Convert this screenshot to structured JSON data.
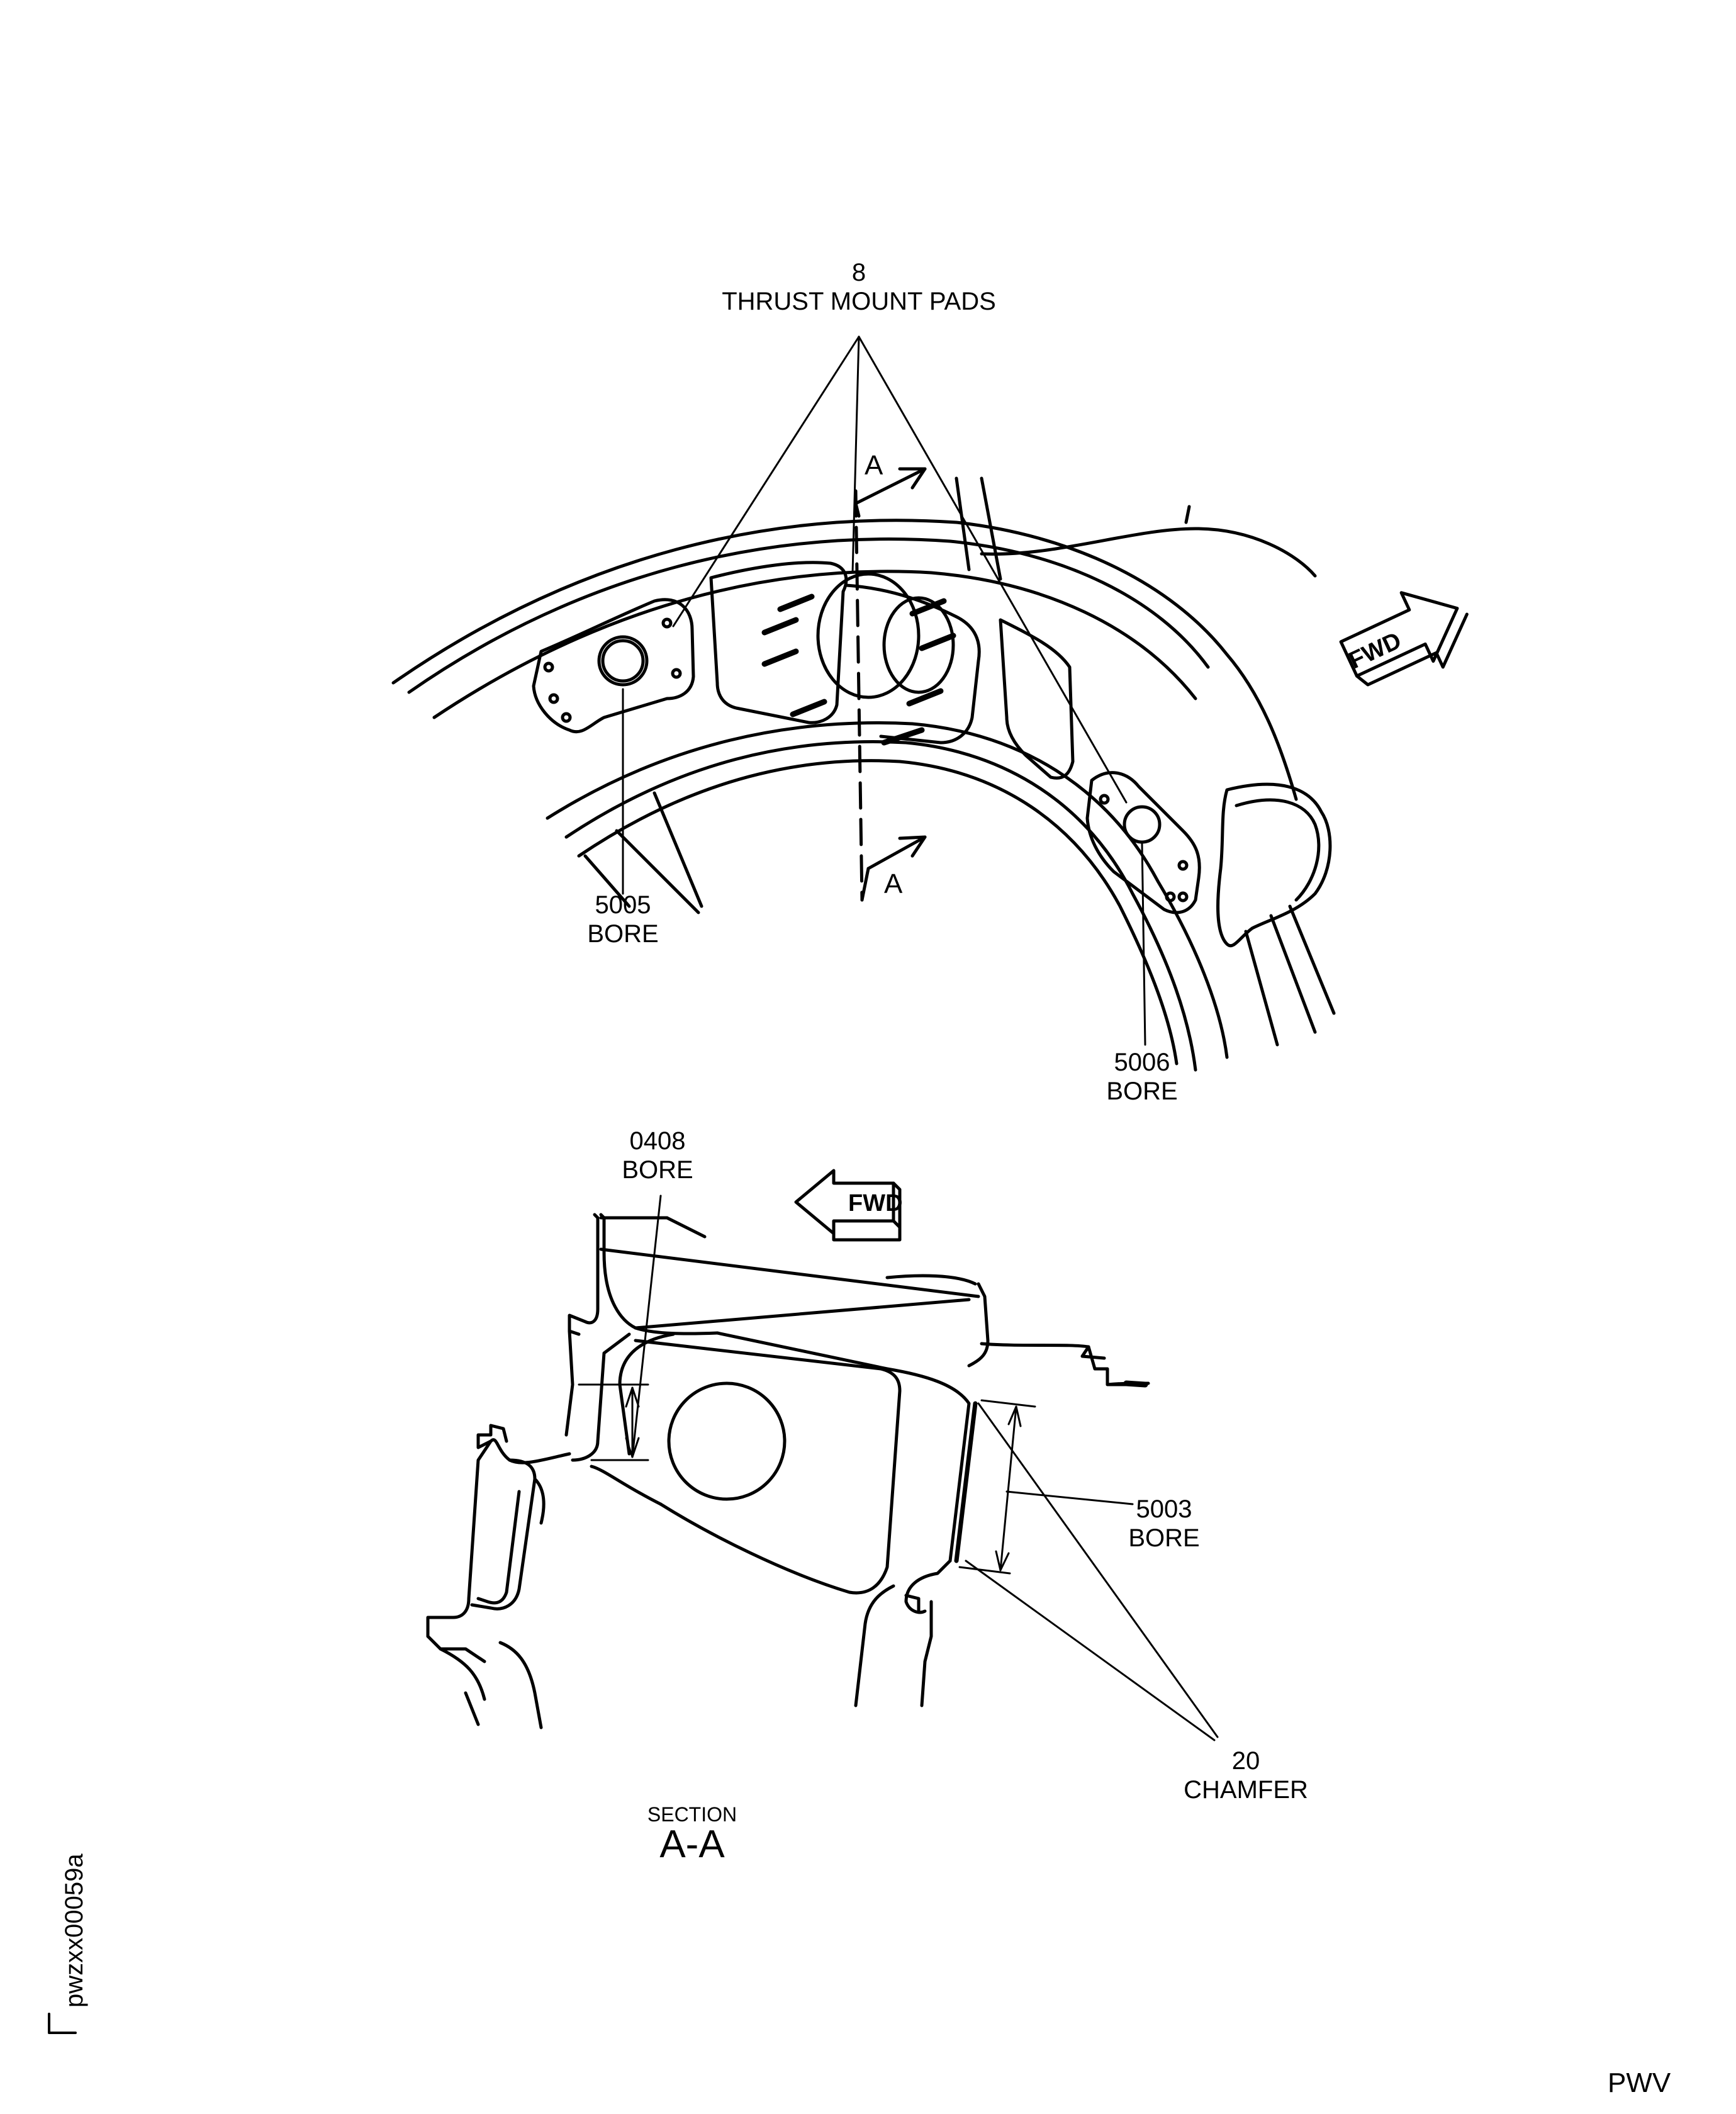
{
  "top_view": {
    "thrust_pads_label": {
      "line1": "8",
      "line2": "THRUST MOUNT PADS"
    },
    "bore_5005_label": {
      "line1": "5005",
      "line2": "BORE"
    },
    "bore_5006_label": {
      "line1": "5006",
      "line2": "BORE"
    },
    "section_mark": "A",
    "fwd_arrow_text": "FWD"
  },
  "section_view": {
    "bore_0408_label": {
      "line1": "0408",
      "line2": "BORE"
    },
    "bore_5003_label": {
      "line1": "5003",
      "line2": "BORE"
    },
    "chamfer_label": {
      "line1": "20",
      "line2": "CHAMFER"
    },
    "fwd_arrow_text": "FWD",
    "title_small": "SECTION",
    "title_big": "A-A"
  },
  "figure_id": "pwzxx00059a",
  "footer_code": "PWV"
}
